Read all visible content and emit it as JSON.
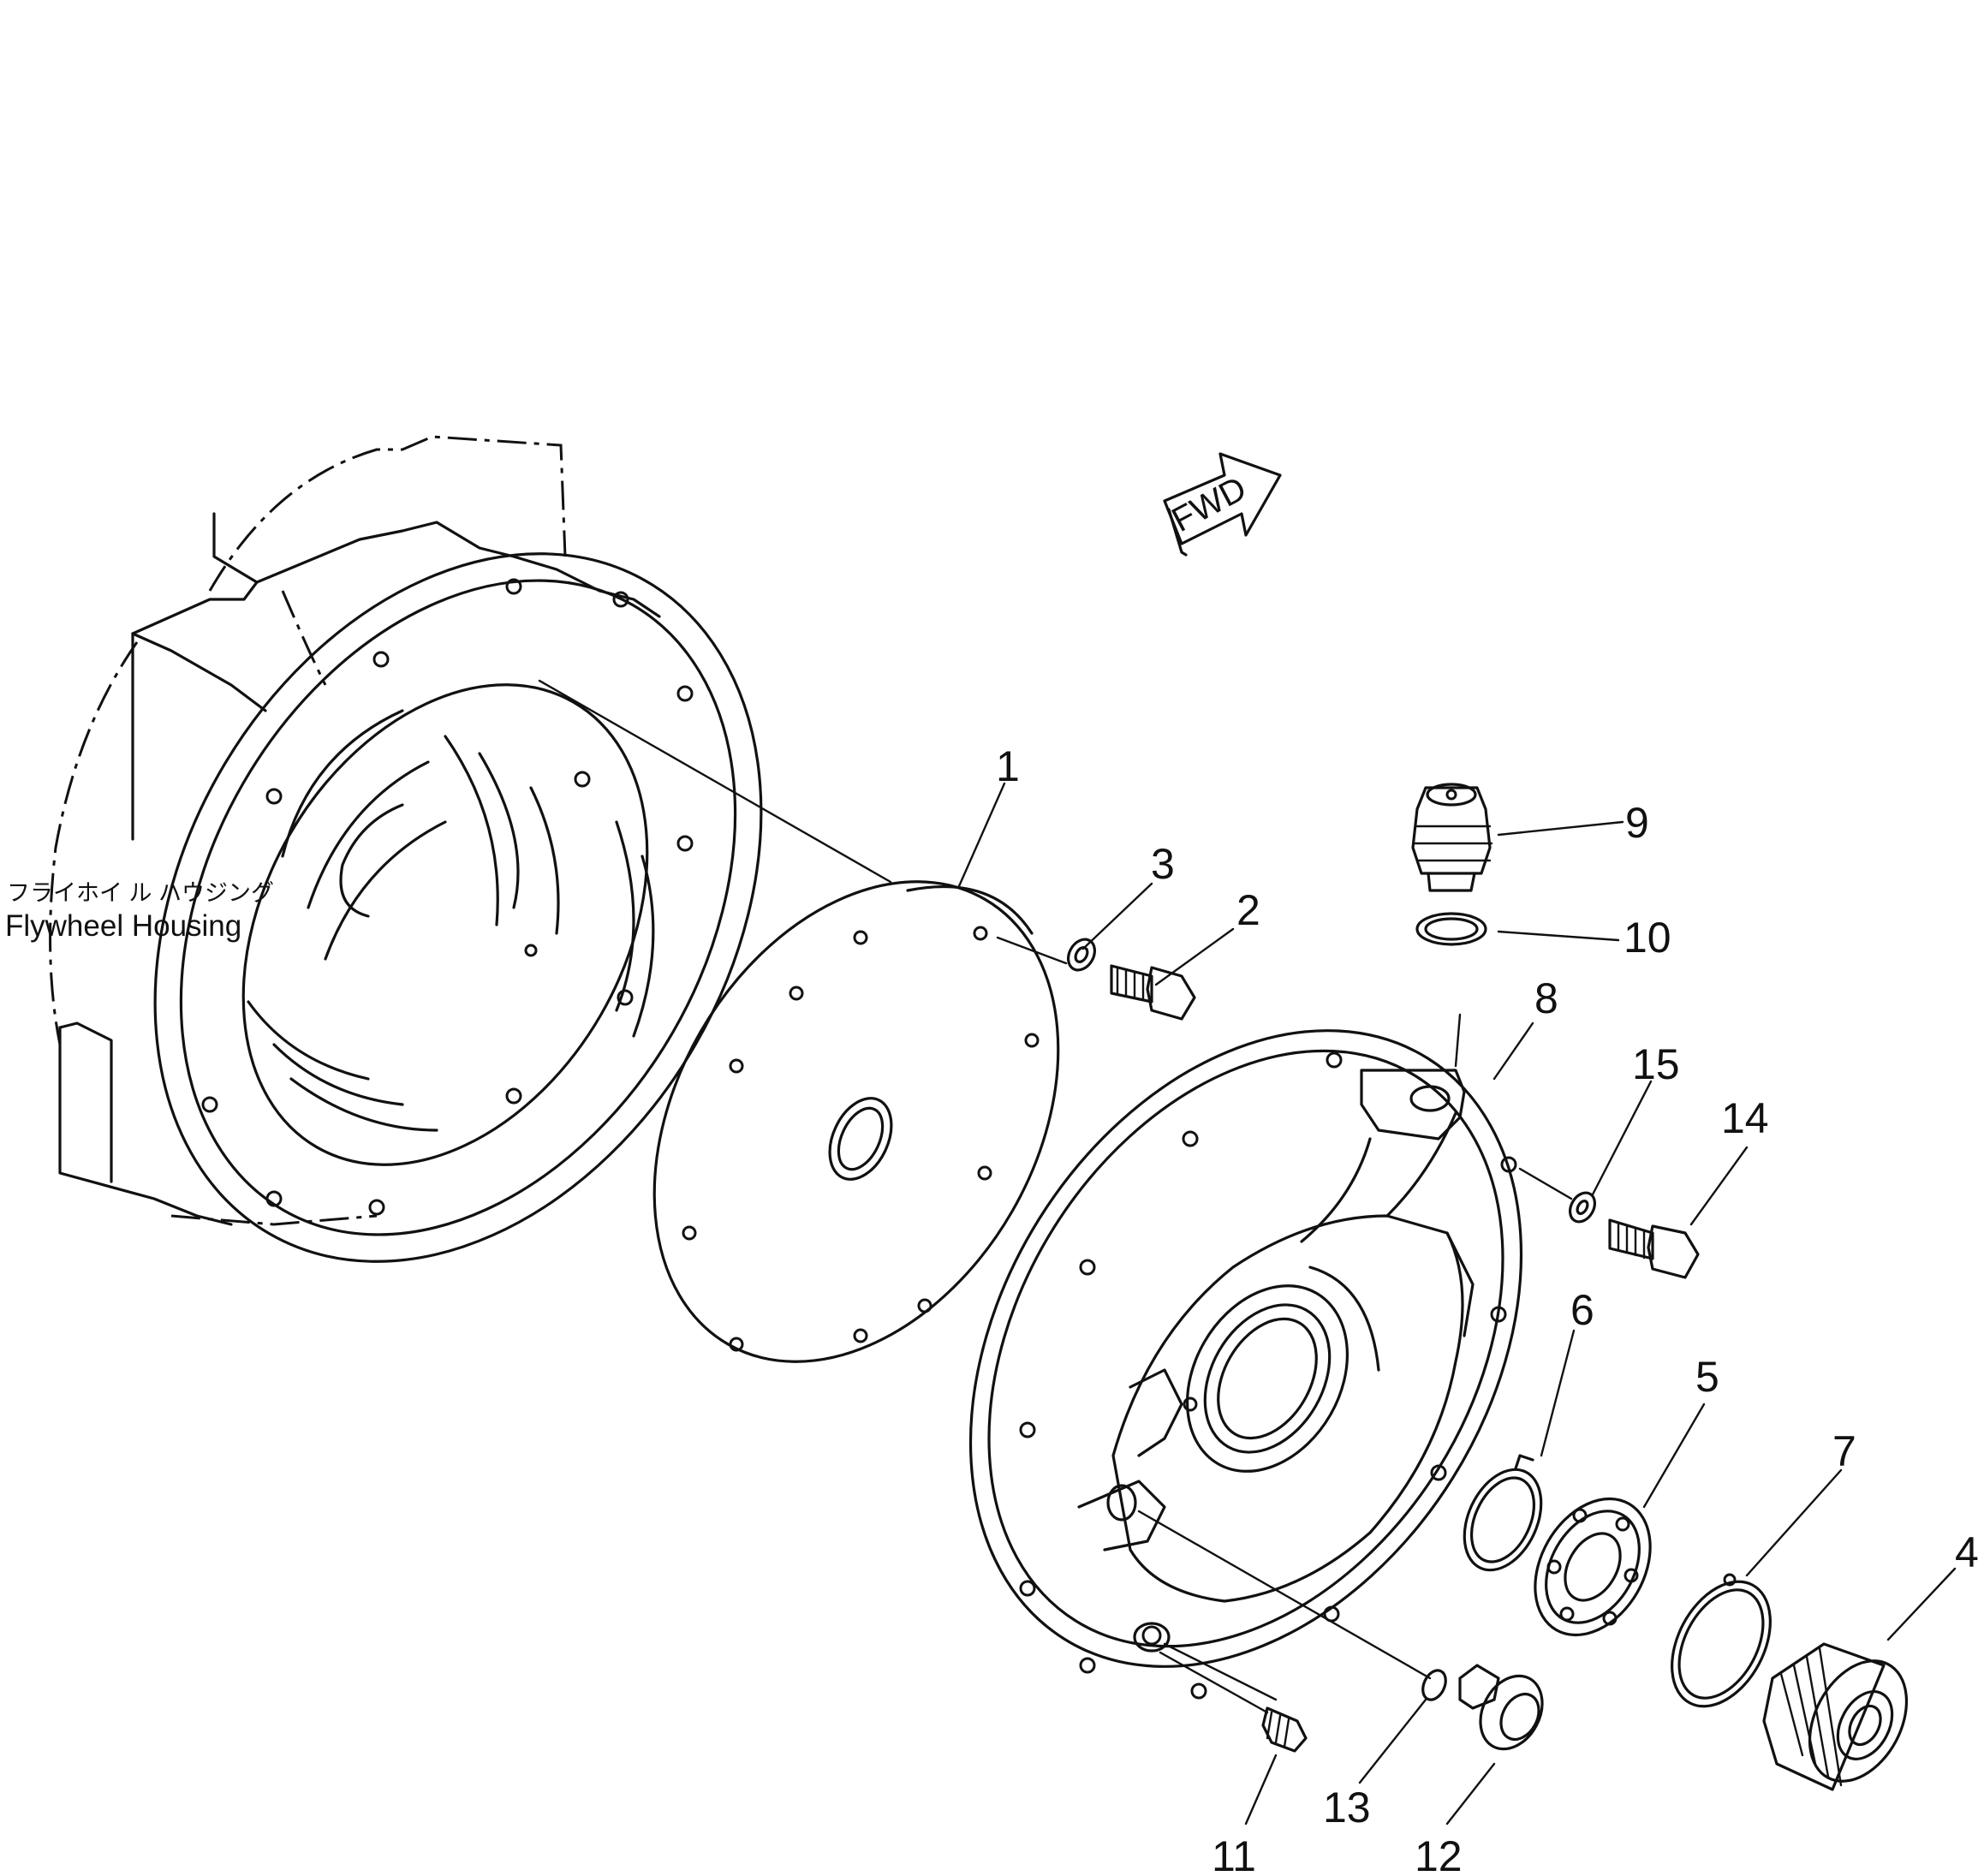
{
  "housing_label": {
    "japanese": "フライホイ ル ハウジング",
    "english": "Flywheel Housing"
  },
  "fwd_arrow": {
    "text": "FWD"
  },
  "callouts": [
    {
      "id": "1",
      "label": "1"
    },
    {
      "id": "2",
      "label": "2"
    },
    {
      "id": "3",
      "label": "3"
    },
    {
      "id": "4",
      "label": "4"
    },
    {
      "id": "5",
      "label": "5"
    },
    {
      "id": "6",
      "label": "6"
    },
    {
      "id": "7",
      "label": "7"
    },
    {
      "id": "8",
      "label": "8"
    },
    {
      "id": "9",
      "label": "9"
    },
    {
      "id": "10",
      "label": "10"
    },
    {
      "id": "11",
      "label": "11"
    },
    {
      "id": "12",
      "label": "12"
    },
    {
      "id": "13",
      "label": "13"
    },
    {
      "id": "14",
      "label": "14"
    },
    {
      "id": "15",
      "label": "15"
    }
  ]
}
